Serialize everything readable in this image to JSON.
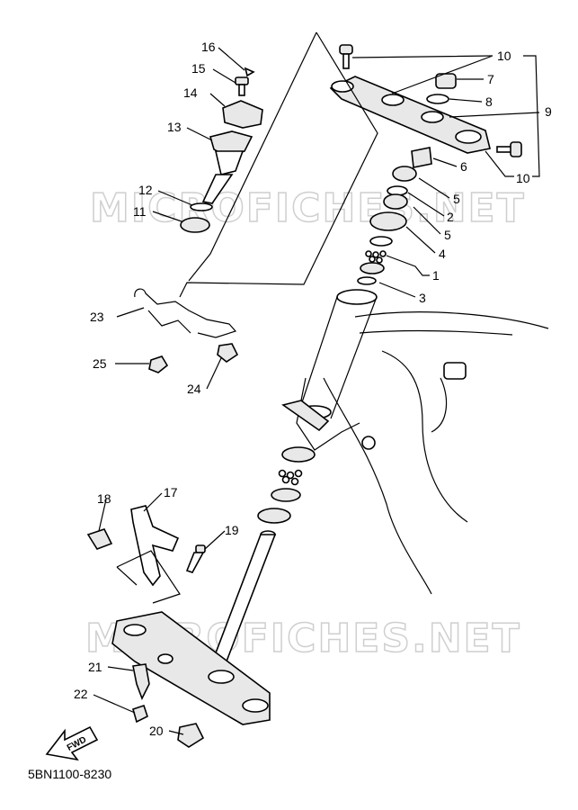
{
  "watermark_text": "MICROFICHES.NET",
  "diagram_code": "5BN1100-8230",
  "fwd_label": "FWD",
  "labels": {
    "p1": "1",
    "p2": "2",
    "p3": "3",
    "p4": "4",
    "p5a": "5",
    "p5b": "5",
    "p6": "6",
    "p7": "7",
    "p8": "8",
    "p9": "9",
    "p10a": "10",
    "p10b": "10",
    "p11": "11",
    "p12": "12",
    "p13": "13",
    "p14": "14",
    "p15": "15",
    "p16": "16",
    "p17": "17",
    "p18": "18",
    "p19": "19",
    "p20": "20",
    "p21": "21",
    "p22": "22",
    "p23": "23",
    "p24": "24",
    "p25": "25"
  }
}
